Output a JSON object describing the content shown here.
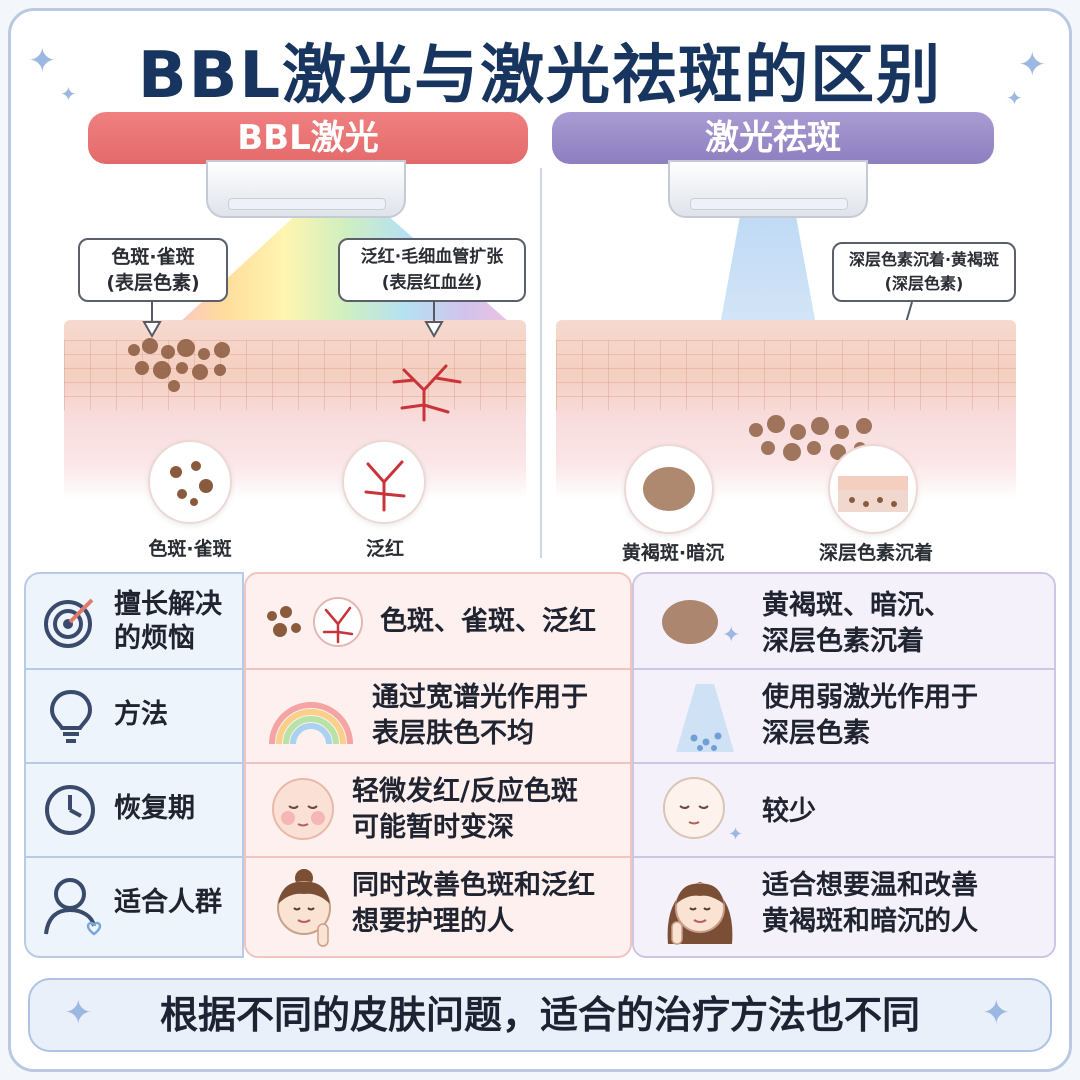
{
  "title": "BBL激光与激光祛斑的区别",
  "colors": {
    "bbl": "#e46a6a",
    "laser": "#8d7fc0",
    "title": "#17355f"
  },
  "left_panel": {
    "header": "BBL激光",
    "callout_1": {
      "line1": "色斑·雀斑",
      "line2": "(表层色素)"
    },
    "callout_2": {
      "line1": "泛红·毛细血管扩张",
      "line2": "(表层红血丝)"
    },
    "caption_1": "色斑·雀斑",
    "caption_2": "泛红"
  },
  "right_panel": {
    "header": "激光祛斑",
    "callout_1": {
      "line1": "深层色素沉着·黄褐斑",
      "line2": "(深层色素)"
    },
    "caption_1": "黄褐斑·暗沉",
    "caption_2": "深层色素沉着"
  },
  "rows": [
    {
      "label_line1": "擅长解决",
      "label_line2": "的烦恼",
      "icon": "target-icon",
      "bbl": [
        "色斑、雀斑、泛红"
      ],
      "laser": [
        "黄褐斑、暗沉、",
        "深层色素沉着"
      ]
    },
    {
      "label_line1": "方法",
      "label_line2": "",
      "icon": "lightbulb-icon",
      "bbl": [
        "通过宽谱光作用于",
        "表层肤色不均"
      ],
      "laser": [
        "使用弱激光作用于",
        "深层色素"
      ]
    },
    {
      "label_line1": "恢复期",
      "label_line2": "",
      "icon": "clock-icon",
      "bbl": [
        "轻微发红/反应色斑",
        "可能暂时变深"
      ],
      "laser": [
        "较少"
      ]
    },
    {
      "label_line1": "适合人群",
      "label_line2": "",
      "icon": "person-icon",
      "bbl": [
        "同时改善色斑和泛红",
        "想要护理的人"
      ],
      "laser": [
        "适合想要温和改善",
        "黄褐斑和暗沉的人"
      ]
    }
  ],
  "footer": "根据不同的皮肤问题，适合的治疗方法也不同"
}
